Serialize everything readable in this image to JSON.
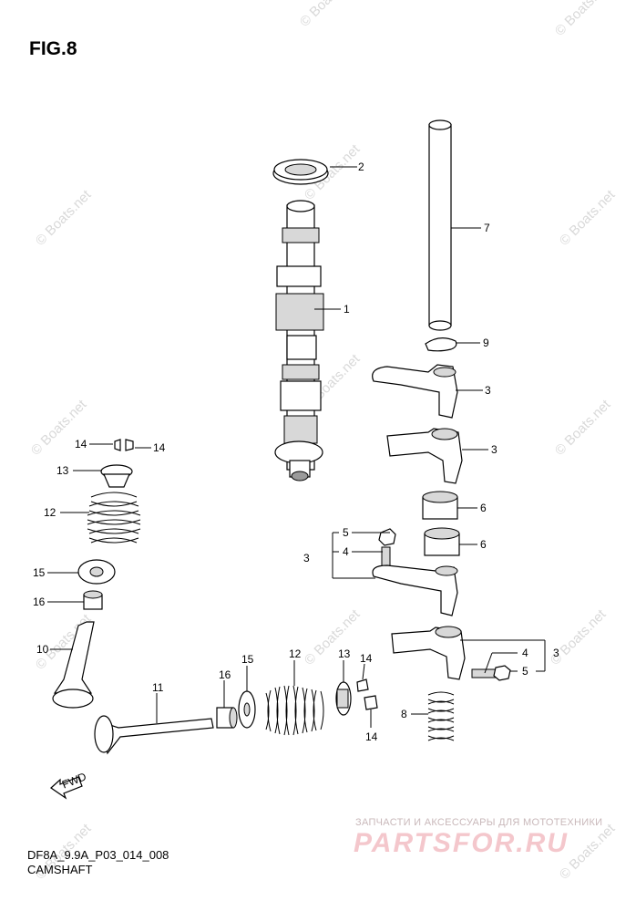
{
  "figure_label": "FIG.8",
  "footer": {
    "drawing_code": "DF8A_9.9A_P03_014_008",
    "section_name": "CAMSHAFT"
  },
  "watermarks": {
    "site": "© Boats.net",
    "shop_caption": "ЗАПЧАСТИ И АКСЕССУАРЫ ДЛЯ МОТОТЕХНИКИ",
    "shop_brand": "PARTSFOR.RU"
  },
  "direction_arrow": "FWD",
  "callouts": {
    "c1": "1",
    "c2": "2",
    "c3a": "3",
    "c3b": "3",
    "c3c": "3",
    "c3d": "3",
    "c4a": "4",
    "c4b": "4",
    "c5a": "5",
    "c5b": "5",
    "c6a": "6",
    "c6b": "6",
    "c7": "7",
    "c8": "8",
    "c9": "9",
    "c10": "10",
    "c11": "11",
    "c12a": "12",
    "c12b": "12",
    "c13a": "13",
    "c13b": "13",
    "c14a": "14",
    "c14b": "14",
    "c14c": "14",
    "c14d": "14",
    "c15a": "15",
    "c15b": "15",
    "c16a": "16",
    "c16b": "16"
  },
  "colors": {
    "line": "#000000",
    "shade": "#d8d8d8",
    "watermark": "#d9d9d9",
    "brand": "#f4c7cc"
  }
}
